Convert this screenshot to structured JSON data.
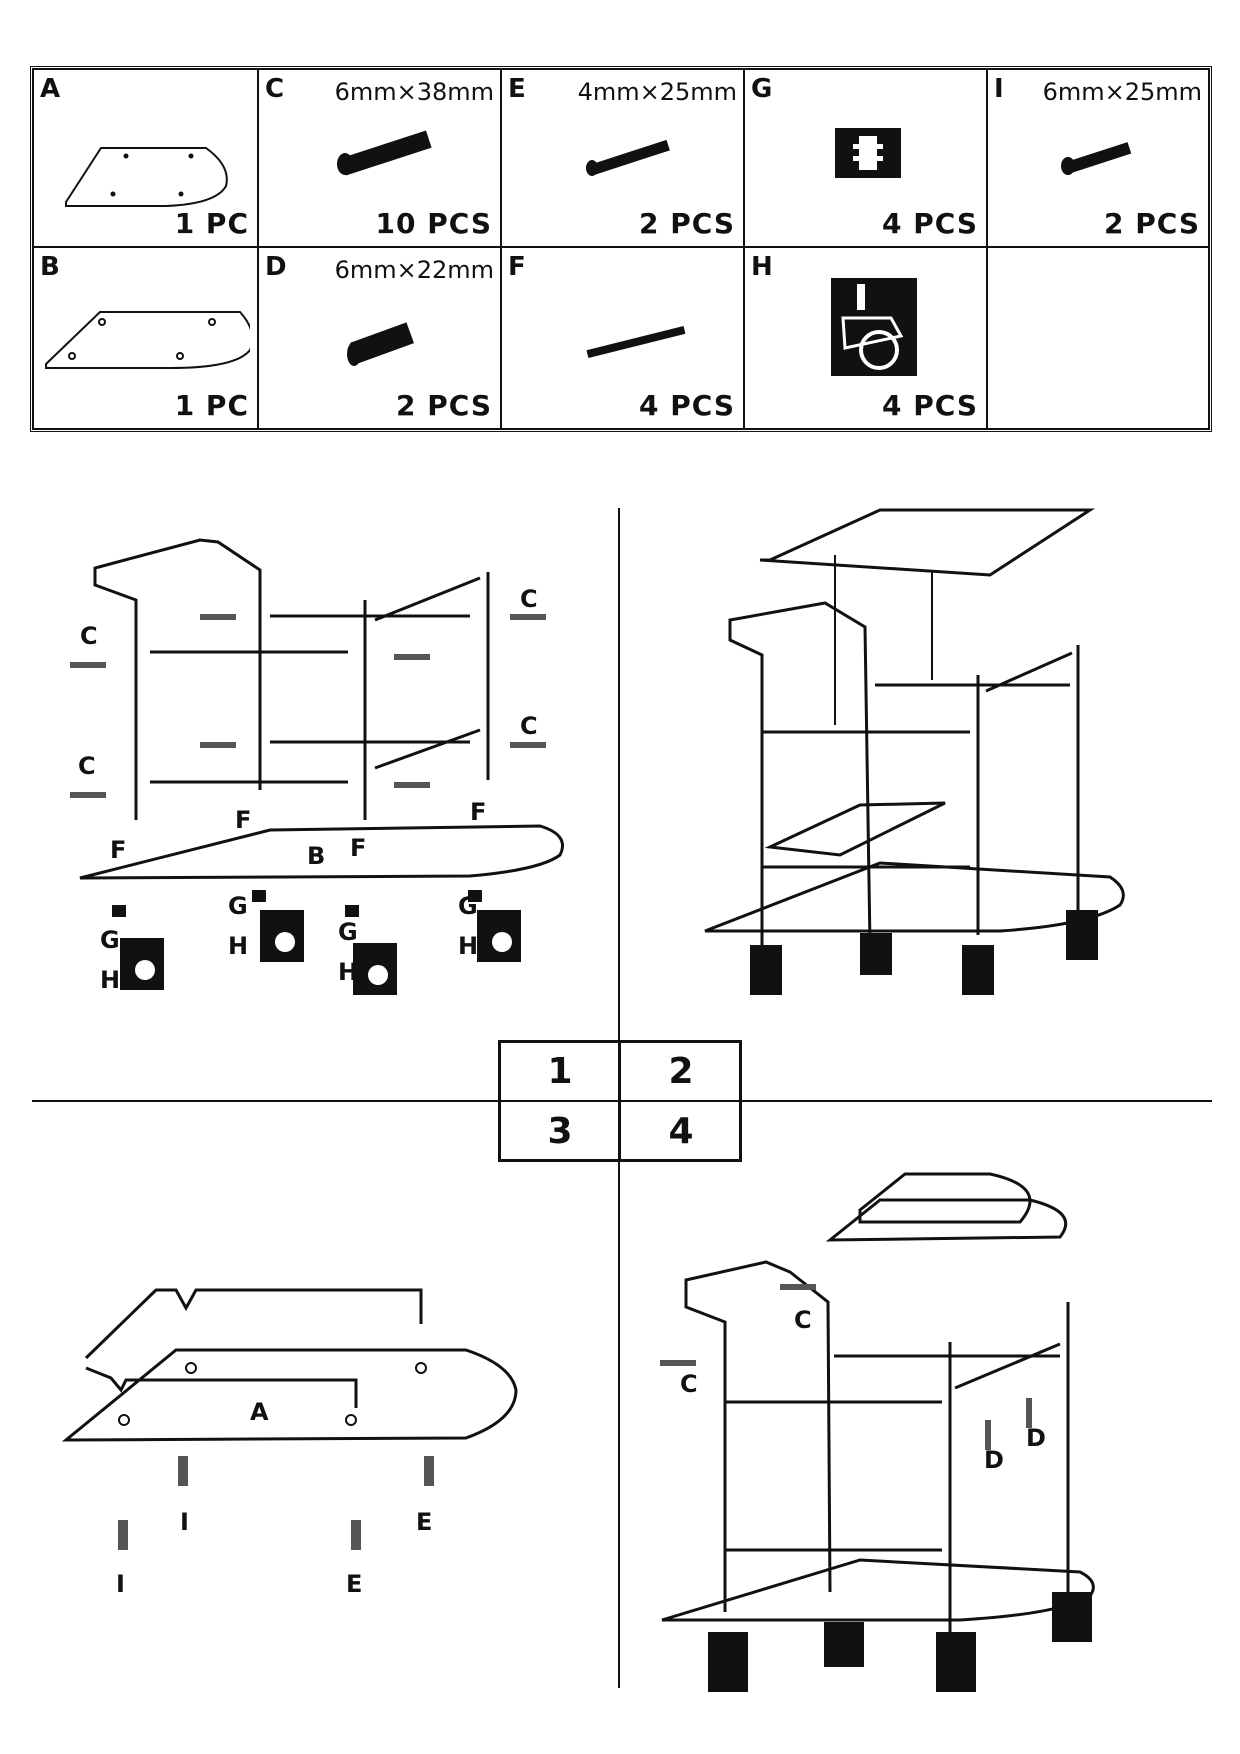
{
  "parts": [
    {
      "letter": "A",
      "dims": "",
      "qty": "1 PC",
      "icon": "shelf-panel-icon"
    },
    {
      "letter": "C",
      "dims": "6mm×38mm",
      "qty": "10 PCS",
      "icon": "screw-icon"
    },
    {
      "letter": "E",
      "dims": "4mm×25mm",
      "qty": "2 PCS",
      "icon": "screw-icon"
    },
    {
      "letter": "G",
      "dims": "",
      "qty": "4 PCS",
      "icon": "bushing-icon"
    },
    {
      "letter": "I",
      "dims": "6mm×25mm",
      "qty": "2 PCS",
      "icon": "screw-icon"
    },
    {
      "letter": "B",
      "dims": "",
      "qty": "1 PC",
      "icon": "shelf-panel-icon"
    },
    {
      "letter": "D",
      "dims": "6mm×22mm",
      "qty": "2 PCS",
      "icon": "screw-icon"
    },
    {
      "letter": "F",
      "dims": "",
      "qty": "4 PCS",
      "icon": "threaded-rod-icon"
    },
    {
      "letter": "H",
      "dims": "",
      "qty": "4 PCS",
      "icon": "caster-wheel-icon"
    },
    {
      "letter": "",
      "dims": "",
      "qty": "",
      "icon": ""
    }
  ],
  "steps": [
    "1",
    "2",
    "3",
    "4"
  ],
  "step1_labels": {
    "c": "C",
    "f": "F",
    "b": "B",
    "g": "G",
    "h": "H"
  },
  "step3_labels": {
    "a": "A",
    "i": "I",
    "e": "E"
  },
  "step4_labels": {
    "c": "C",
    "d": "D"
  }
}
